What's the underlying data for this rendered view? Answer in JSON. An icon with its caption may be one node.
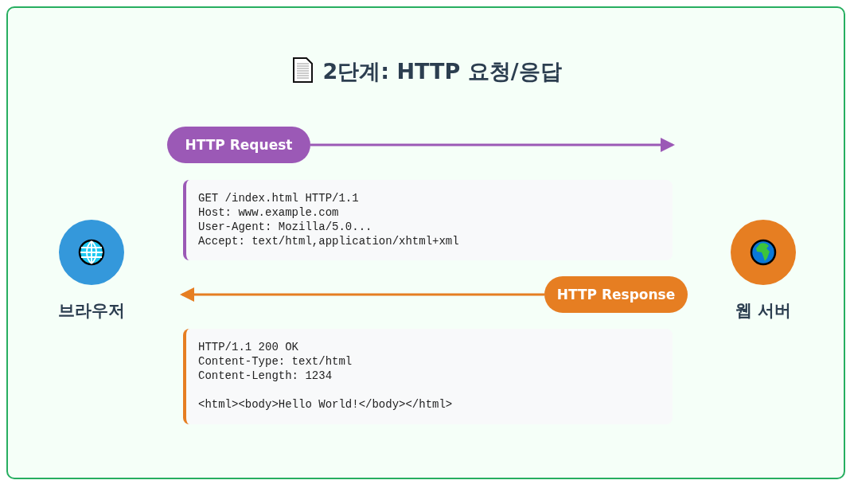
{
  "diagram": {
    "title": "2단계: HTTP 요청/응답",
    "nodes": [
      {
        "text": [
          "브라우저"
        ]
      },
      {
        "text": [
          "웹 서버"
        ]
      },
      {
        "text": [
          "HTTP Request"
        ]
      },
      {
        "text": [
          "GET /index.html HTTP/1.1",
          "Host: www.example.com",
          "User-Agent: Mozilla/5.0...",
          "Accept: text/html,application/xhtml+xml"
        ]
      },
      {
        "text": [
          "HTTP Response"
        ]
      },
      {
        "text": [
          "HTTP/1.1 200 OK",
          "Content-Type: text/html",
          "Content-Length: 1234",
          "<html><body>Hello World!</body></html>"
        ]
      }
    ],
    "edges": [
      {
        "from": 2,
        "to": null,
        "arrow": "to",
        "color": "#9b59b6"
      },
      {
        "from": 4,
        "to": null,
        "arrow": "to",
        "color": "#e67e22"
      }
    ]
  }
}
